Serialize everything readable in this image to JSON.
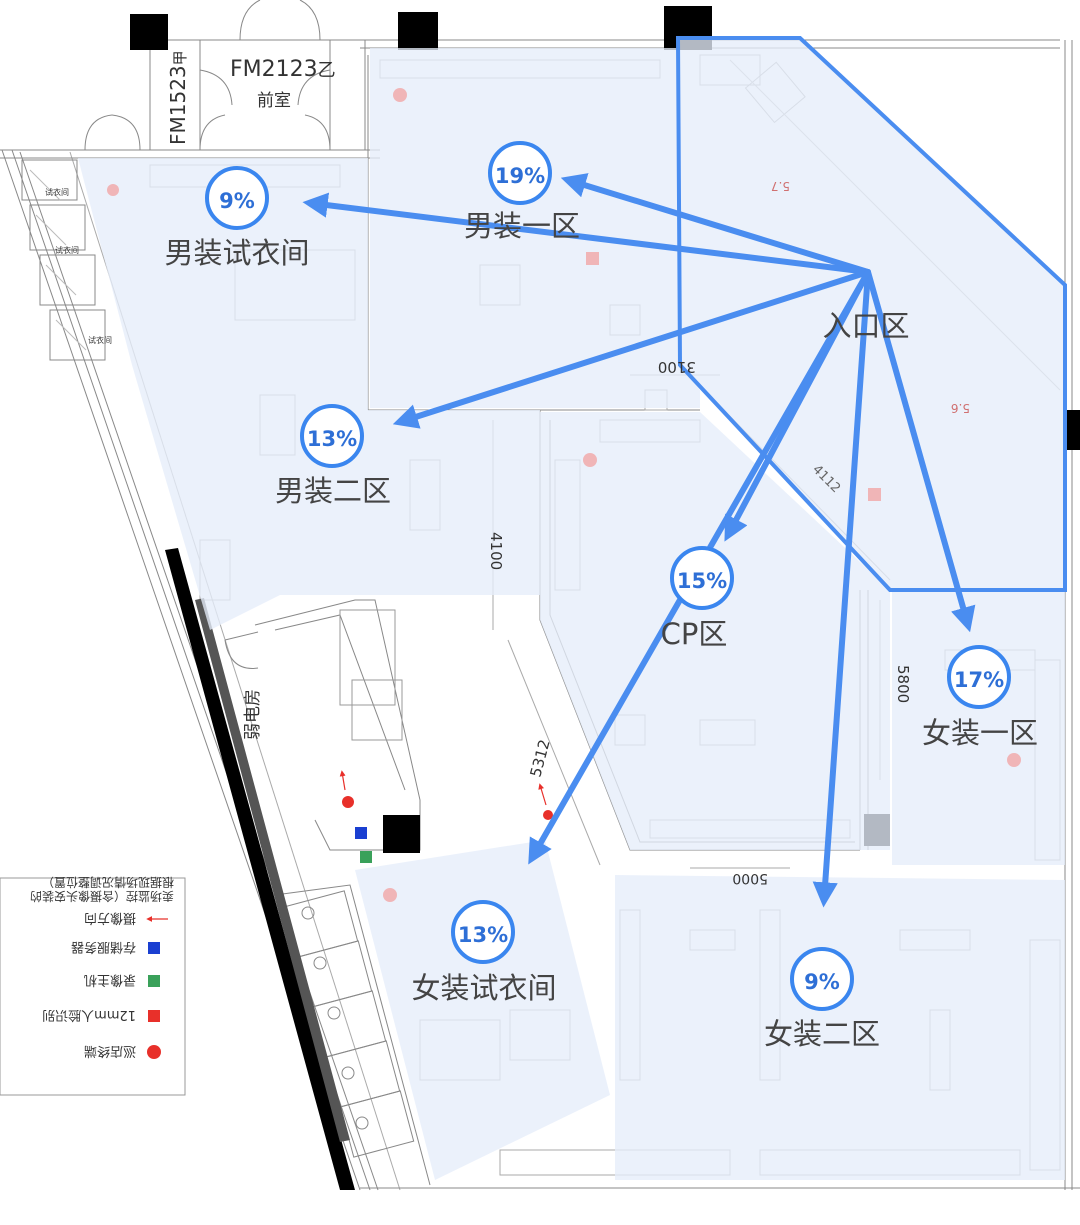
{
  "plan": {
    "door_code_1": "FM2123",
    "door_suffix_1": "乙",
    "door_code_2": "FM1523",
    "door_suffix_2": "甲",
    "vestibule": "前室",
    "power_room": "弱电房",
    "fitting_room": "试衣间",
    "dim_3100": "3100",
    "dim_4100": "4100",
    "dim_5312": "5312",
    "dim_5800": "5800",
    "dim_4112": "4112",
    "dim_5000": "5000",
    "dim_5p7": "5.7",
    "dim_5p6": "5.6"
  },
  "zones": [
    {
      "id": "entrance",
      "label": "入口区"
    },
    {
      "id": "men1",
      "label": "男装一区",
      "percent": "19%"
    },
    {
      "id": "men-fitting",
      "label": "男装试衣间",
      "percent": "9%"
    },
    {
      "id": "men2",
      "label": "男装二区",
      "percent": "13%"
    },
    {
      "id": "cp",
      "label": "CP区",
      "percent": "15%"
    },
    {
      "id": "women1",
      "label": "女装一区",
      "percent": "17%"
    },
    {
      "id": "women-fitting",
      "label": "女装试衣间",
      "percent": "13%"
    },
    {
      "id": "women2",
      "label": "女装二区",
      "percent": "9%"
    }
  ],
  "legend": {
    "items": [
      {
        "label": "巡店终端",
        "color": "#e8302a",
        "icon": "red-dot-icon"
      },
      {
        "label": "12mm人脸识别",
        "color": "#e8302a",
        "icon": "red-square-icon"
      },
      {
        "label": "录像主机",
        "color": "#3aa15a",
        "icon": "green-square-icon"
      },
      {
        "label": "存储服务器",
        "color": "#1a3fd1",
        "icon": "blue-square-icon"
      },
      {
        "label": "摄像方向",
        "color": "#e8302a",
        "icon": "red-arrow-icon"
      }
    ],
    "note_line1": "根据现场情况调整位置）",
    "note_line2": "卖场监控（含摄像头安装的"
  },
  "colors": {
    "flow": "#4a8df0",
    "zone_fill": "#e6edfa",
    "wall": "#000000"
  }
}
